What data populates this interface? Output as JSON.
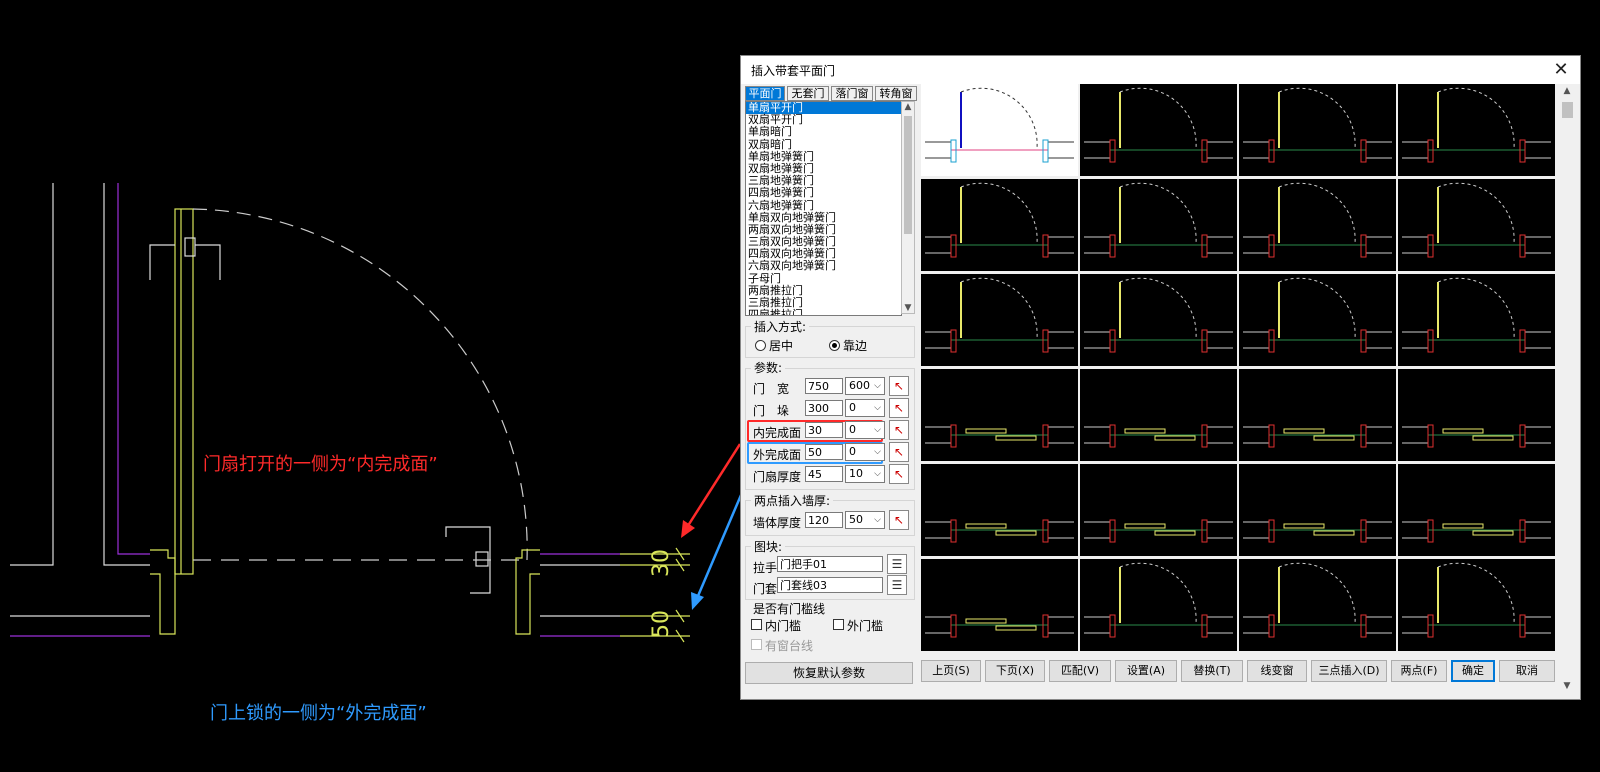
{
  "cad": {
    "annotation_inner": "门扇打开的一侧为“内完成面”",
    "annotation_outer": "门上锁的一侧为“外完成面”",
    "dim_30": "30",
    "dim_50": "50",
    "colors": {
      "inner": "#ff2a2a",
      "outer": "#2f9bff",
      "wall": "#ffffff",
      "door": "#d9e65a",
      "purple": "#9b30d9"
    }
  },
  "dialog": {
    "title": "插入带套平面门",
    "close_glyph": "✕",
    "tabs": [
      "平面门",
      "无套门",
      "落门窗",
      "转角窗"
    ],
    "door_types": [
      "单扇平开门",
      "双扇平开门",
      "单扇暗门",
      "双扇暗门",
      "单扇地弹簧门",
      "双扇地弹簧门",
      "三扇地弹簧门",
      "四扇地弹簧门",
      "六扇地弹簧门",
      "单扇双向地弹簧门",
      "两扇双向地弹簧门",
      "三扇双向地弹簧门",
      "四扇双向地弹簧门",
      "六扇双向地弹簧门",
      "子母门",
      "两扇推拉门",
      "三扇推拉门",
      "四扇推拉门"
    ],
    "selected_type_index": 0,
    "insert_mode": {
      "label": "插入方式:",
      "center": "居中",
      "edge": "靠边",
      "selected": "edge"
    },
    "params": {
      "label": "参数:",
      "door_width": {
        "label": "门　宽",
        "value": "750",
        "option": "600"
      },
      "door_jamb": {
        "label": "门　垛",
        "value": "300",
        "option": "0"
      },
      "inner_finish": {
        "label": "内完成面",
        "value": "30",
        "option": "0"
      },
      "outer_finish": {
        "label": "外完成面",
        "value": "50",
        "option": "0"
      },
      "leaf_thickness": {
        "label": "门扇厚度",
        "value": "45",
        "option": "10"
      }
    },
    "two_point": {
      "label": "两点插入墙厚:",
      "wall_label": "墙体厚度",
      "value": "120",
      "option": "50"
    },
    "block": {
      "label": "图块:",
      "handle_label": "拉手",
      "handle_value": "门把手01",
      "frame_label": "门套",
      "frame_value": "门套线03"
    },
    "threshold": {
      "label": "是否有门槛线",
      "inner": "内门槛",
      "outer": "外门槛",
      "sill": "有窗台线"
    },
    "reset_label": "恢复默认参数",
    "buttons": [
      "上页(S)",
      "下页(X)",
      "匹配(V)",
      "设置(A)",
      "替换(T)",
      "线变窗",
      "三点插入(D)",
      "两点(F)",
      "确定",
      "取消"
    ],
    "selected_preview_index": 0
  }
}
